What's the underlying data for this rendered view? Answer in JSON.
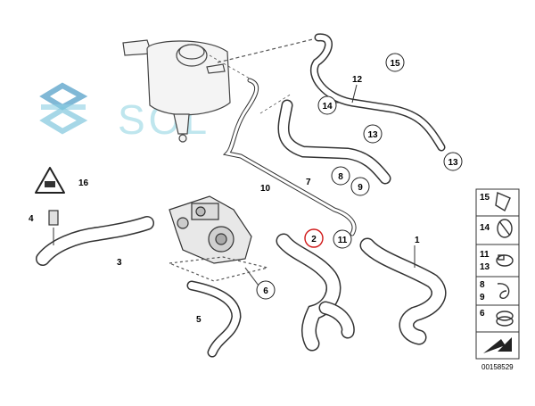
{
  "diagram": {
    "watermark": "SOL",
    "diagram_code": "00158529",
    "callouts": {
      "c1": "1",
      "c2": "2",
      "c3": "3",
      "c4": "4",
      "c5": "5",
      "c6": "6",
      "c7": "7",
      "c8": "8",
      "c9": "9",
      "c10": "10",
      "c11": "11",
      "c12": "12",
      "c13a": "13",
      "c13b": "13",
      "c14": "14",
      "c15": "15",
      "c16": "16"
    },
    "legend": {
      "r15": "15",
      "r14": "14",
      "r11": "11",
      "r13": "13",
      "r8": "8",
      "r9": "9",
      "r6": "6"
    },
    "colors": {
      "highlight": "#d01818",
      "watermark": "#bfe6ee",
      "logo_blue": "#1a7fb5"
    }
  }
}
